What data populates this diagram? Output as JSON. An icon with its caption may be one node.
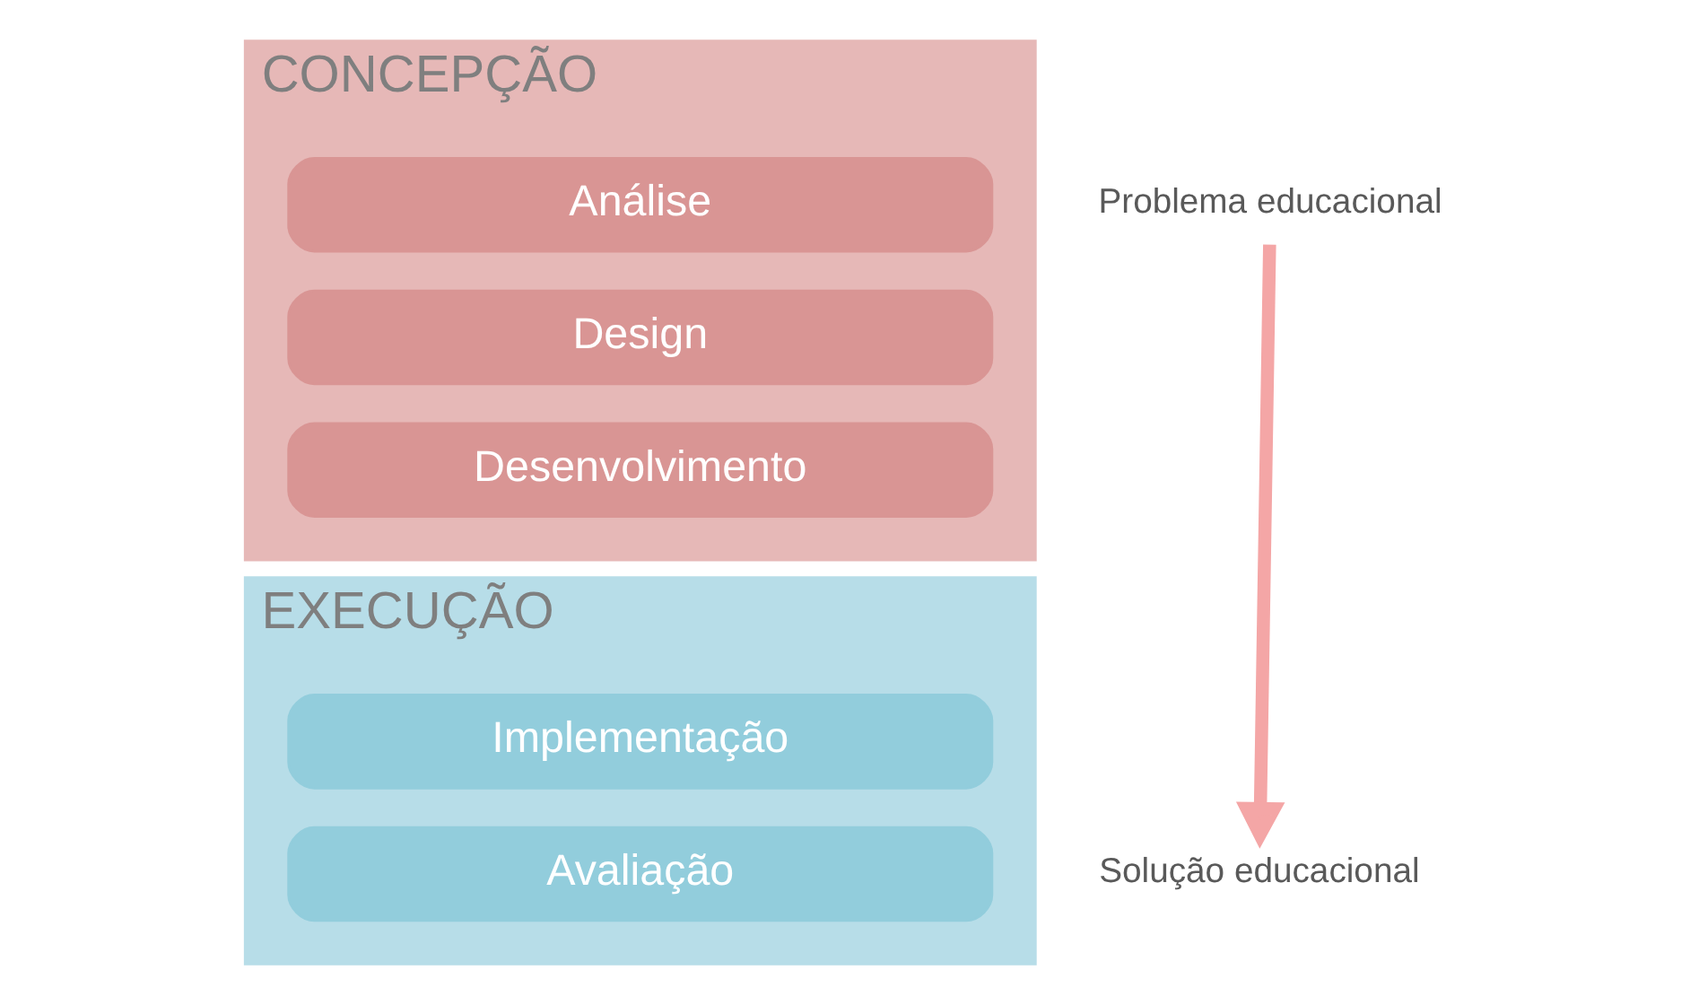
{
  "diagram": {
    "nodes": [
      {
        "text": [
          "CONCEPÇÃO"
        ]
      },
      {
        "text": [
          "Análise"
        ],
        "in": 0
      },
      {
        "text": [
          "Design"
        ],
        "in": 0
      },
      {
        "text": [
          "Desenvolvimento"
        ],
        "in": 0
      },
      {
        "text": [
          "EXECUÇÃO"
        ]
      },
      {
        "text": [
          "Implementação"
        ],
        "in": 4
      },
      {
        "text": [
          "Avaliação"
        ],
        "in": 4
      },
      {
        "text": [
          "Problema educacional"
        ]
      },
      {
        "text": [
          "Solução educacional"
        ]
      }
    ],
    "edges": [
      {
        "from": 7,
        "to": 8,
        "arrow": "to"
      }
    ]
  }
}
